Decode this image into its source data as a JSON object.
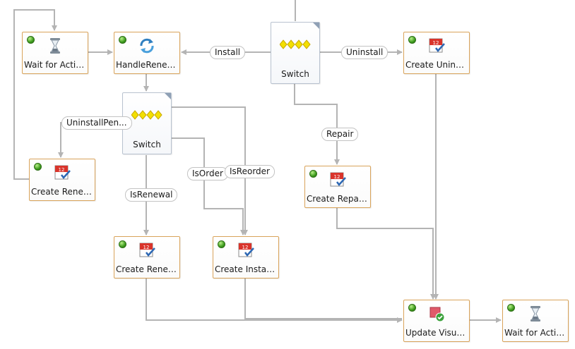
{
  "nodes": {
    "wait_activity_1": {
      "label": "Wait for Activity",
      "icon": "hourglass-icon"
    },
    "handle_renewal": {
      "label": "HandleRenewa...",
      "icon": "refresh-arrows-icon"
    },
    "switch_1": {
      "label": "Switch",
      "icon": "switch-diamonds-icon"
    },
    "create_uninstall": {
      "label": "Create Uninstal...",
      "icon": "calendar-task-icon"
    },
    "switch_2": {
      "label": "Switch",
      "icon": "switch-diamonds-icon"
    },
    "create_renewal_1": {
      "label": "Create Renewal...",
      "icon": "calendar-task-icon"
    },
    "create_repair": {
      "label": "Create Repair T...",
      "icon": "calendar-task-icon"
    },
    "create_renewal_2": {
      "label": "Create Renewal...",
      "icon": "calendar-task-icon"
    },
    "create_install": {
      "label": "Create Install T...",
      "icon": "calendar-task-icon"
    },
    "update_visual": {
      "label": "Update Visual...",
      "icon": "update-check-icon"
    },
    "wait_activity_2": {
      "label": "Wait for Activity",
      "icon": "hourglass-icon"
    }
  },
  "edge_labels": {
    "install": "Install",
    "uninstall": "Uninstall",
    "repair": "Repair",
    "uninstall_pending": "UninstallPen...",
    "is_order": "IsOrder",
    "is_reorder": "IsReorder",
    "is_renewal": "IsRenewal"
  },
  "colors": {
    "activity_border": "#d9a35a",
    "switch_border": "#b8c2cf",
    "connector": "#b4b4b4",
    "status_green": "#3c9a1c",
    "switch_diamond": "#f3e000"
  }
}
